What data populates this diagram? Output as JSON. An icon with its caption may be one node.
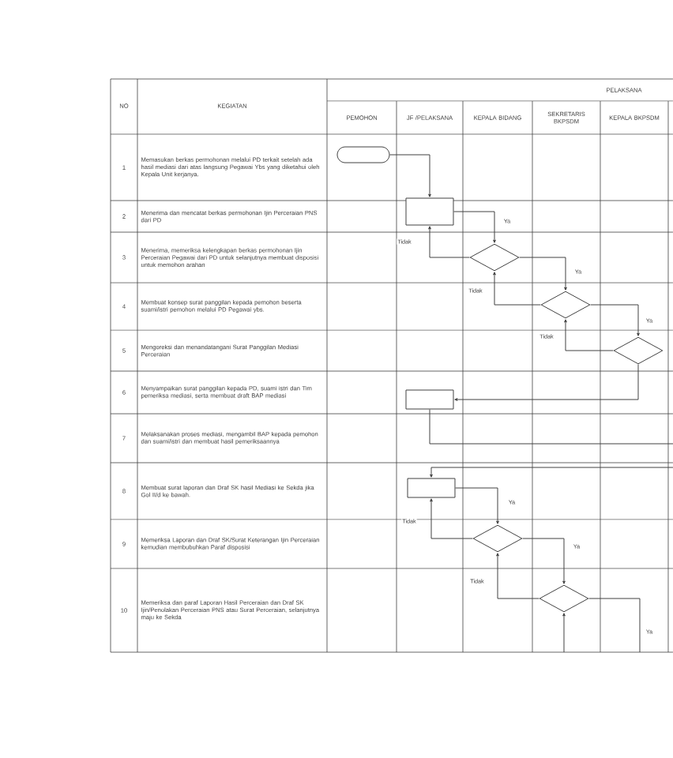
{
  "diagram": {
    "nodes": [
      {
        "text": [],
        "shape": "box"
      },
      {
        "text": [],
        "shape": "box"
      },
      {
        "text": [],
        "shape": "diamond"
      },
      {
        "text": [],
        "shape": "diamond"
      },
      {
        "text": [],
        "shape": "diamond"
      },
      {
        "text": [],
        "shape": "box"
      },
      {
        "text": [],
        "shape": "box"
      },
      {
        "text": [],
        "shape": "diamond"
      },
      {
        "text": [],
        "shape": "diamond"
      }
    ],
    "edges": [
      {
        "from": 0,
        "to": 1,
        "arrow": "to"
      },
      {
        "from": 1,
        "to": 2,
        "arrow": "to",
        "label": "Ya"
      },
      {
        "from": 2,
        "to": 1,
        "arrow": "to",
        "label": "Tidak"
      },
      {
        "from": 2,
        "to": 3,
        "arrow": "to",
        "label": "Ya"
      },
      {
        "from": 3,
        "to": 2,
        "arrow": "to",
        "label": "Tidak"
      },
      {
        "from": 3,
        "to": 4,
        "arrow": "to",
        "label": "Ya"
      },
      {
        "from": 4,
        "to": 3,
        "arrow": "to",
        "label": "Tidak"
      },
      {
        "from": 4,
        "to": 5,
        "arrow": "to"
      },
      {
        "from": 5,
        "to": null,
        "arrow": "none"
      },
      {
        "from": null,
        "to": 6,
        "arrow": "to"
      },
      {
        "from": 6,
        "to": 7,
        "arrow": "to",
        "label": "Ya"
      },
      {
        "from": 7,
        "to": 6,
        "arrow": "to",
        "label": "Tidak"
      },
      {
        "from": 7,
        "to": 8,
        "arrow": "to",
        "label": "Ya"
      },
      {
        "from": 8,
        "to": 7,
        "arrow": "to",
        "label": "Tidak"
      },
      {
        "from": 8,
        "to": null,
        "arrow": "none",
        "label": "Ya"
      },
      {
        "from": null,
        "to": 8,
        "arrow": "to"
      }
    ],
    "labels": [
      "NO",
      "KEGIATAN",
      "PELAKSANA",
      "PEMOHON",
      "JF /PELAKSANA",
      "KEPALA BIDANG",
      "SEKRETARIS BKPSDM",
      "KEPALA BKPSDM",
      "1",
      "Memasukan berkas permohonan melalui PD terkait setelah ada hasil mediasi dari atas langsung Pegawai Ybs yang diketahui oleh Kepala Unit kerjanya.",
      "2",
      "Menerima dan mencatat berkas permohonan Ijin Perceraian PNS dari PD",
      "3",
      "Menerima, memeriksa kelengkapan berkas permohonan Ijin Perceraian Pegawai dari PD untuk selanjutnya membuat disposisi untuk memohon arahan",
      "4",
      "Membuat konsep surat panggilan kepada pemohon beserta suami/istri pemohon melalui PD Pegawai ybs.",
      "5",
      "Mengoreksi dan menandatangani Surat Panggilan Mediasi Perceraian",
      "6",
      "Menyampaikan surat panggilan kepada PD, suami istri dan Tim pemeriksa mediasi, serta membuat draft BAP mediasi",
      "7",
      "Melaksanakan proses mediasi, mengambil BAP kepada pemohon dan suami/istri dan membuat hasil pemeriksaannya",
      "8",
      "Membuat surat laporan dan Draf SK hasil Mediasi ke Sekda jika Gol II/d ke bawah.",
      "9",
      "Memeriksa Laporan dan Draf SK/Surat Keterangan Ijin Perceraian kemudian membubuhkan Paraf disposisi",
      "10",
      "Memeriksa dan paraf Laporan Hasil Perceraian dan Draf SK Ijin/Penolakan Perceraian PNS atau Surat Perceraian, selanjutnya maju ke Sekda"
    ]
  }
}
